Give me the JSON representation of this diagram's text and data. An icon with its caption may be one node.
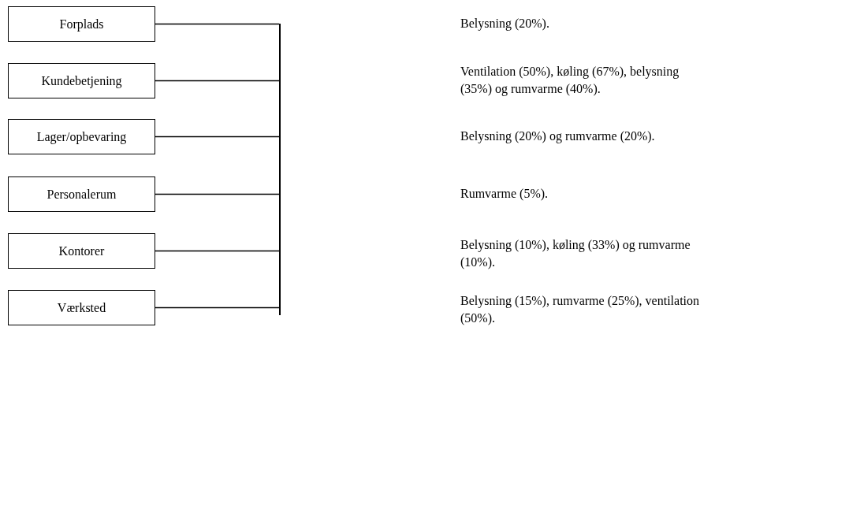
{
  "diagram": {
    "nodes": [
      {
        "text": [
          "Forplads"
        ]
      },
      {
        "text": [
          "Kundebetjening"
        ]
      },
      {
        "text": [
          "Lager/opbevaring"
        ]
      },
      {
        "text": [
          "Personalerum"
        ]
      },
      {
        "text": [
          "Kontorer"
        ]
      },
      {
        "text": [
          "Værksted"
        ]
      },
      {
        "text": [],
        "shape": "bar"
      }
    ],
    "edges": [
      {
        "from": 0,
        "to": 6,
        "arrow": "none"
      },
      {
        "from": 1,
        "to": 6,
        "arrow": "none"
      },
      {
        "from": 2,
        "to": 6,
        "arrow": "none"
      },
      {
        "from": 3,
        "to": 6,
        "arrow": "none"
      },
      {
        "from": 4,
        "to": 6,
        "arrow": "none"
      },
      {
        "from": 5,
        "to": 6,
        "arrow": "none"
      }
    ],
    "labels": [
      "Belysning (20%).",
      "Ventilation (50%), køling (67%), belysning (35%) og rumvarme (40%).",
      "Belysning (20%) og rumvarme (20%).",
      "Rumvarme (5%).",
      "Belysning (10%), køling (33%) og rumvarme (10%).",
      "Belysning (15%), rumvarme (25%), ventilation (50%)."
    ]
  }
}
